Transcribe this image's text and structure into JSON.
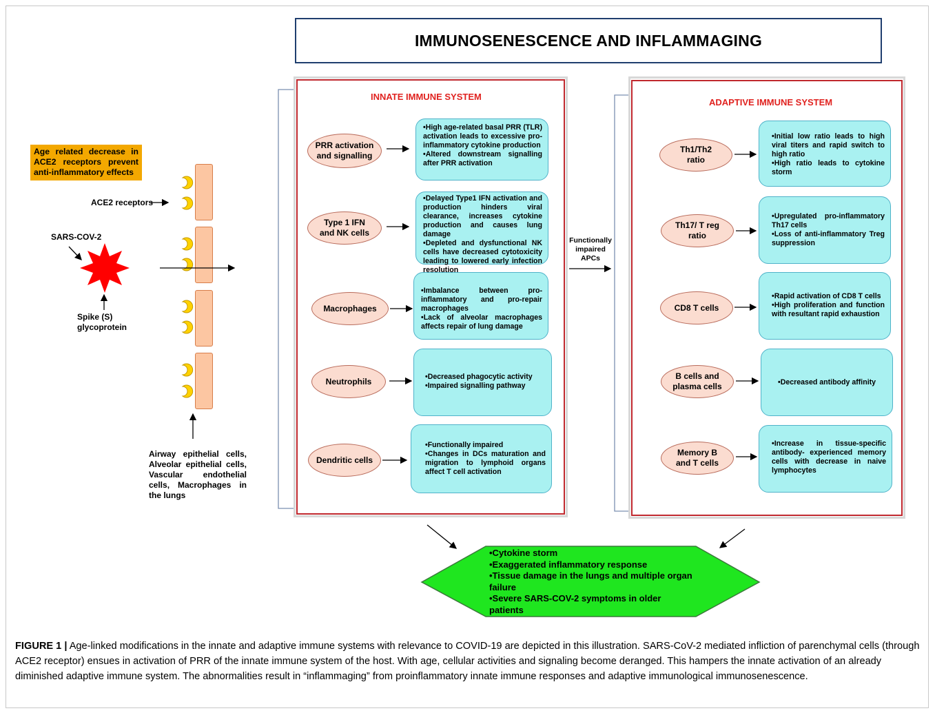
{
  "title": "IMMUNOSENESCENCE AND INFLAMMAGING",
  "left": {
    "note": "Age related decrease in ACE2 receptors prevent anti-inflammatory effects",
    "ace2_label": "ACE2 receptors",
    "virus_label": "SARS-COV-2",
    "spike_label": "Spike (S)\nglycoprotein",
    "cells_label": "Airway epithelial cells, Alveolar epithelial cells, Vascular endothelial cells, Macrophages in the lungs"
  },
  "innate": {
    "title": "INNATE IMMUNE SYSTEM",
    "rows": [
      {
        "label": "PRR activation\nand signalling",
        "points": [
          "•High age-related basal PRR (TLR) activation leads to excessive pro-inflammatory cytokine production",
          "•Altered downstream signalling after PRR activation"
        ]
      },
      {
        "label": "Type 1 IFN\nand NK cells",
        "points": [
          "•Delayed Type1 IFN activation and production hinders viral clearance, increases cytokine production and causes lung damage",
          "•Depleted and dysfunctional NK cells have decreased cytotoxicity leading to lowered early infection resolution"
        ]
      },
      {
        "label": "Macrophages",
        "points": [
          "•Imbalance between pro-inflammatory and pro-repair macrophages",
          "•Lack of alveolar macrophages affects repair of lung damage"
        ]
      },
      {
        "label": "Neutrophils",
        "points": [
          "•Decreased phagocytic activity",
          "•Impaired signalling pathway"
        ]
      },
      {
        "label": "Dendritic cells",
        "points": [
          "•Functionally impaired",
          "•Changes in DCs maturation and migration to lymphoid organs affect T cell activation"
        ]
      }
    ]
  },
  "middle_label": "Functionally\nimpaired\nAPCs",
  "adaptive": {
    "title": "ADAPTIVE IMMUNE SYSTEM",
    "rows": [
      {
        "label": "Th1/Th2\nratio",
        "points": [
          "•Initial low ratio leads to high viral titers and rapid switch to high ratio",
          "•High ratio leads to cytokine storm"
        ]
      },
      {
        "label": "Th17/ T reg\nratio",
        "points": [
          "•Upregulated pro-inflammatory Th17 cells",
          "•Loss of anti-inflammatory Treg suppression"
        ]
      },
      {
        "label": "CD8 T cells",
        "points": [
          "•Rapid activation of CD8 T cells",
          "•High proliferation and function with resultant rapid exhaustion"
        ]
      },
      {
        "label": "B cells and\nplasma cells",
        "points": [
          "•Decreased antibody affinity"
        ]
      },
      {
        "label": "Memory B\nand T cells",
        "points": [
          "•Increase in tissue-specific antibody- experienced memory cells with decrease in naive lymphocytes"
        ]
      }
    ]
  },
  "outcome": [
    "•Cytokine storm",
    "•Exaggerated inflammatory response",
    "•Tissue damage in the lungs and multiple organ failure",
    "•Severe SARS-COV-2 symptoms in older patients"
  ],
  "caption": {
    "label": "FIGURE 1 |",
    "text": " Age-linked modifications in the innate and adaptive immune systems with relevance to COVID-19 are depicted in this illustration. SARS-CoV-2 mediated infliction of parenchymal cells (through ACE2 receptor) ensues in activation of PRR of the innate immune system of the host. With age, cellular activities and signaling become deranged. This hampers the innate activation of an already diminished adaptive immune system. The abnormalities result in “inflammaging” from proinflammatory innate immune responses and adaptive immunological immunosenescence."
  },
  "colors": {
    "oval_fill": "#fbdcd0",
    "info_fill": "#a9f1f1",
    "panel_border": "#c0282e",
    "panel_title": "#e0221f",
    "outcome_fill": "#1fe61f",
    "note_fill": "#f3a800",
    "virus": "#ff0000",
    "receptor": "#ffd200"
  }
}
